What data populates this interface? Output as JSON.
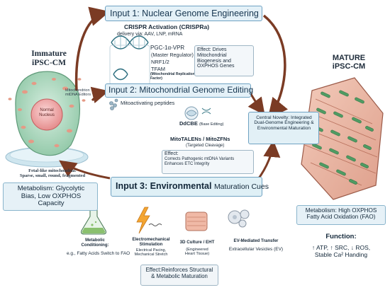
{
  "immature": {
    "title_line1": "Immature",
    "title_line2": "iPSC-CM",
    "nucleus_label_1": "Normal",
    "nucleus_label_2": "Nucleus",
    "mito_label_1": "Fetal-like mitochondria:",
    "mito_label_2": "Sparse, small, round, fragmented"
  },
  "immature_metabolism": {
    "line1": "Metabolism: Glycolytic",
    "line2": "Bias, Low OXPHOS",
    "line3": "Capacity"
  },
  "input1": {
    "title": "Input 1: Nuclear Genome Engineering",
    "crispr_title": "CRISPR Activation (CRISPRa)",
    "crispr_delivery": "delivery via: AAV, LNP, mRNA",
    "gene1": "PGC-1α-VPR",
    "gene1_sub": "(Master Regulator)",
    "gene2": "NRF1/2",
    "gene3": "TFAM",
    "gene3_sub_1": "(Mitochondrial Replication",
    "gene3_sub_2": "Factor)",
    "effect_1": "Effect: Drives",
    "effect_2": "Mitochondrial",
    "effect_3": "Biogenesis and",
    "effect_4": "OXPHOS Genes"
  },
  "input2": {
    "title": "Input 2: Mitochondrial Genome Editing",
    "editors_label_1": "Mitochondrion",
    "editors_label_2": "mtDNA Editors",
    "peptides": "Mitoactivating peptides",
    "ddcbe": "DdCBE",
    "ddcbe_sub": "(Base Editing)",
    "mitotalens": "MitoTALENs / MitoZFNs",
    "mitotalens_sub": "(Targeted Cleavage)",
    "effect_title": "Effect:",
    "effect_1": "Corrects Pathogenic mtDNA Variants",
    "effect_2": "Enhances ETC Integrity"
  },
  "central": {
    "line1": "Central Novelty: Integrated",
    "line2": "Dual-Genome Engineering &",
    "line3": "Environmental Maturation"
  },
  "mature": {
    "title_line1": "MATURE",
    "title_line2": "iPSC-CM"
  },
  "mature_metabolism": {
    "line1": "Metabolism: High OXPHOS",
    "line2": "Fatty Acid Oxidation (FAO)"
  },
  "function": {
    "title": "Function:",
    "line1": "↑ ATP, ↑ SRC, ↓ ROS,",
    "line2": "Stable Ca² Handing"
  },
  "input3": {
    "title_a": "Input 3:",
    "title_b": "Environmental",
    "title_c": "Maturation Cues",
    "cue1_title_1": "Metabolic",
    "cue1_title_2": "Conditioning:",
    "cue1_text": "e.g., Fatty Acids Switch to FAO",
    "cue2_title_1": "Electromechanical",
    "cue2_title_2": "Stimulation",
    "cue2_text_1": "Electrical Pacing,",
    "cue2_text_2": "Mechanical Stretch",
    "cue3_title": "3D Culture / EHT",
    "cue3_text_1": "(Engineered",
    "cue3_text_2": "Heart Tissue)",
    "cue4_title": "EV-Mediated Transfer",
    "cue4_text": "Extracellular Vesicles (EV)",
    "effect_1": "Effect:Reinforces Structural",
    "effect_2": "& Metabolic Maturation"
  },
  "colors": {
    "arrow_brown": "#7b3b24",
    "panel_blue": "#e4f1f8",
    "panel_border": "#6fa2c2",
    "input3_fill": "#dff0f6",
    "cell_green": "#b9dcc7",
    "mature_tissue": "#e9b9a7",
    "mito_green": "#4f9b63"
  }
}
